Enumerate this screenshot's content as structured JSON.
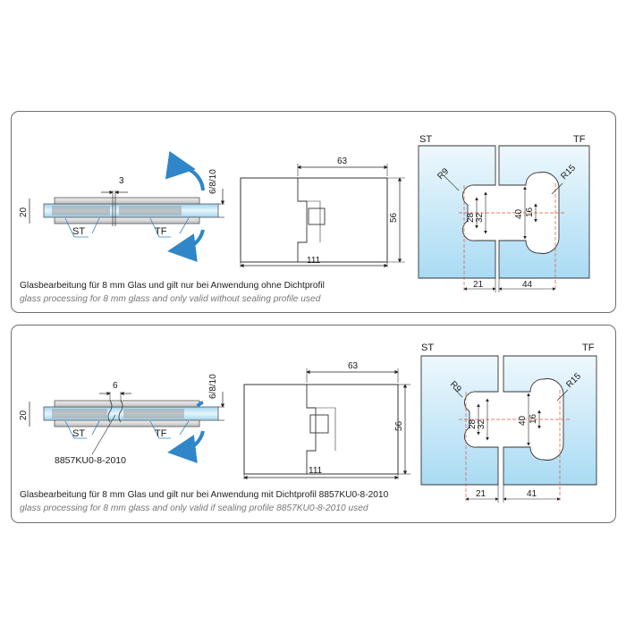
{
  "colors": {
    "accent_blue": "#2f86c8",
    "glass_cyan": "#bfe5f7",
    "center_line": "#e0533b",
    "frame": "#6e6e6e"
  },
  "panel_top": {
    "side_view": {
      "dim_gap": "3",
      "dim_height": "20",
      "dim_thickness": "6/8/10",
      "label_st": "ST",
      "label_tf": "TF"
    },
    "plate": {
      "dim_width": "111",
      "dim_height": "56",
      "dim_cutout": "63"
    },
    "glass": {
      "label_st": "ST",
      "label_tf": "TF",
      "r_left": "R9",
      "r_right": "R15",
      "d28": "28",
      "d32": "32",
      "d40": "40",
      "d16": "16",
      "d21": "21",
      "d44": "44"
    },
    "caption_de": "Glasbearbeitung für 8 mm Glas und gilt nur bei Anwendung ohne Dichtprofil",
    "caption_en": "glass processing for 8 mm glass and only valid without sealing profile  used"
  },
  "panel_bottom": {
    "side_view": {
      "dim_gap": "6",
      "dim_height": "20",
      "dim_thickness": "6/8/10",
      "label_st": "ST",
      "label_tf": "TF",
      "part_code": "8857KU0-8-2010"
    },
    "plate": {
      "dim_width": "111",
      "dim_height": "56",
      "dim_cutout": "63"
    },
    "glass": {
      "label_st": "ST",
      "label_tf": "TF",
      "r_left": "R9",
      "r_right": "R15",
      "d28": "28",
      "d32": "32",
      "d40": "40",
      "d16": "16",
      "d21": "21",
      "d41": "41"
    },
    "caption_de": "Glasbearbeitung für 8 mm Glas und gilt nur bei Anwendung mit Dichtprofil 8857KU0-8-2010",
    "caption_en": "glass processing for 8 mm glass and only valid if sealing profile 8857KU0-8-2010 used"
  }
}
